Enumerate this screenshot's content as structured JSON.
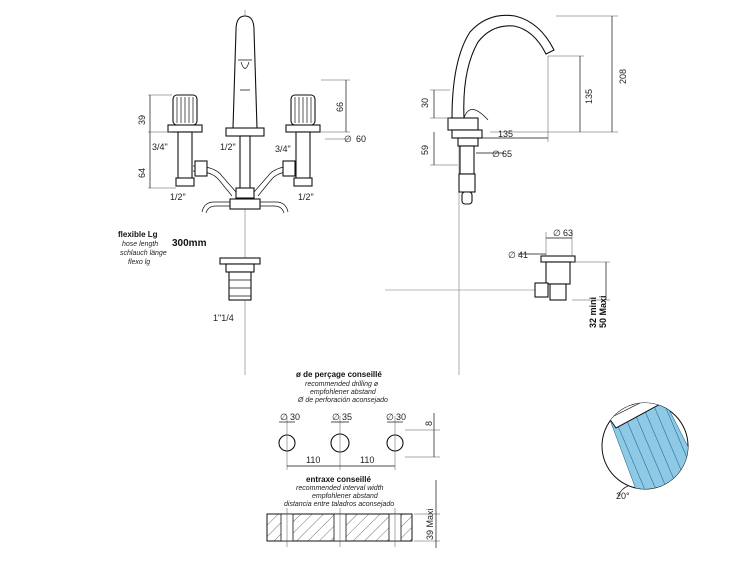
{
  "front_view": {
    "dim_39": "39",
    "dim_64": "64",
    "dim_66": "66",
    "dim_60": "60",
    "thread_left_top": "3/4\"",
    "thread_center": "1/2\"",
    "thread_right_top": "3/4\"",
    "thread_left_bottom": "1/2\"",
    "thread_right_bottom": "1/2\"",
    "hose_title": "flexible Lg",
    "hose_en": "hose length",
    "hose_de": "schlauch länge",
    "hose_es": "flexo lg",
    "hose_length": "300mm",
    "waste_thread": "1\"1/4"
  },
  "side_view": {
    "dim_208": "208",
    "dim_135_vertical": "135",
    "dim_135_horizontal": "135",
    "dim_30": "30",
    "dim_59": "59",
    "dim_65": "65",
    "dim_63": "63",
    "dim_41": "41",
    "drain_min": "32 mini",
    "drain_max": "50 Maxi"
  },
  "drilling": {
    "title": "ø de perçage conseillé",
    "en": "recommended drilling ø",
    "de": "empfohlener abstand",
    "es": "Ø de perforación aconsejado",
    "hole_left": "30",
    "hole_center": "35",
    "hole_right": "30",
    "spacing_left": "110",
    "spacing_right": "110",
    "dim_8": "8"
  },
  "spacing": {
    "title": "entraxe conseillé",
    "en": "recommended interval width",
    "de": "empfohlener abstand",
    "es": "distancia entre taladros aconsejado",
    "thickness": "39 Maxi"
  },
  "spray_detail": {
    "angle": "20°"
  }
}
